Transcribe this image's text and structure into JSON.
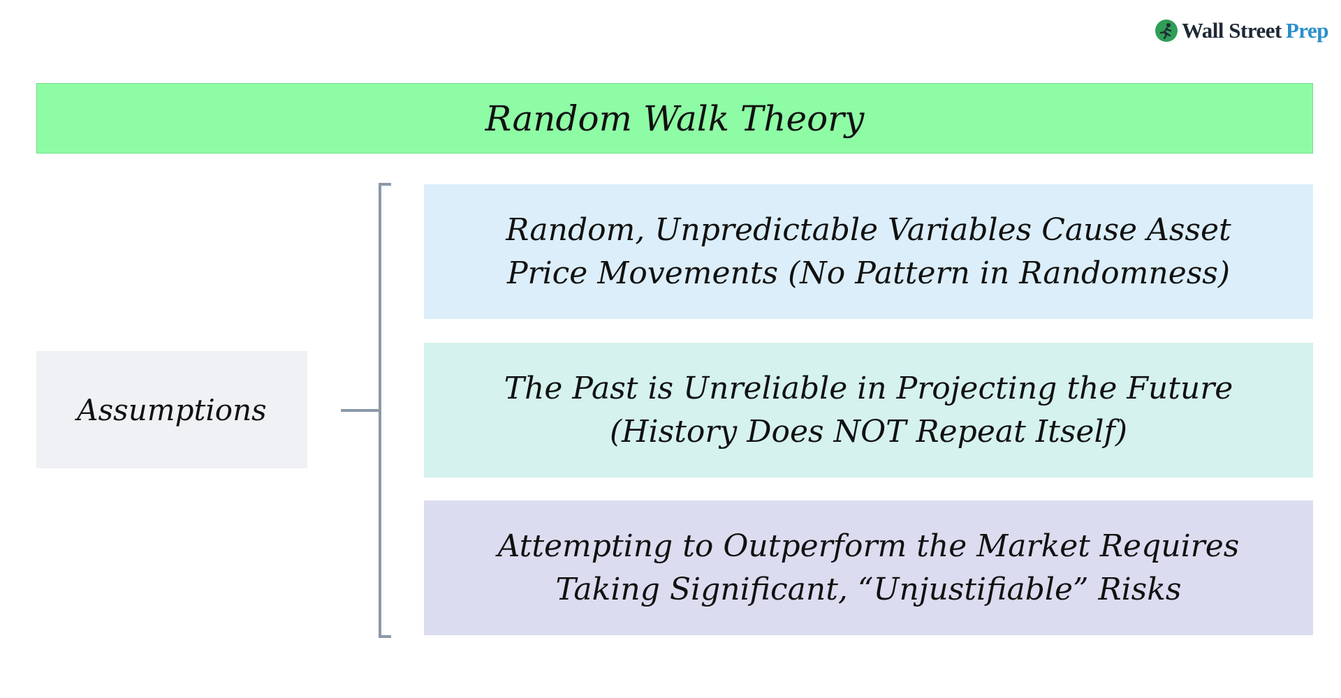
{
  "logo": {
    "word1": "Wall Street",
    "word2": "Prep"
  },
  "title": "Random Walk Theory",
  "category": "Assumptions",
  "assumptions": [
    "Random, Unpredictable Variables Cause Asset Price Movements (No Pattern in Randomness)",
    "The Past is Unreliable in Projecting the Future (History Does NOT Repeat Itself)",
    "Attempting to Outperform the Market Requires Taking Significant, “Unjustifiable” Risks"
  ],
  "colors": {
    "title_bg": "#8efca5",
    "category_bg": "#f0f1f5",
    "assumption_1_bg": "#dbeef9",
    "assumption_2_bg": "#d5f2ee",
    "assumption_3_bg": "#dcdcf0",
    "connector": "#8a99a8",
    "logo_green": "#2f9e57",
    "logo_blue": "#2a8fc9"
  }
}
